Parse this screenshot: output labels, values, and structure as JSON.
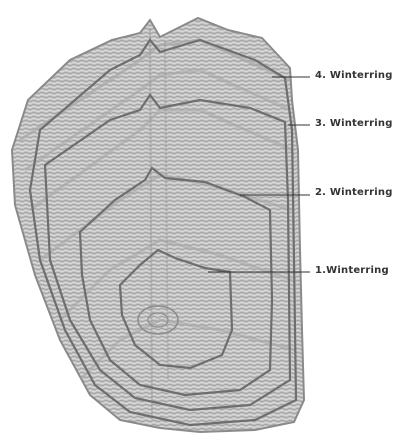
{
  "labels": [
    {
      "text": "4. Winterring"
    },
    {
      "text": "3. Winterring"
    },
    {
      "text": "2. Winterring"
    },
    {
      "text": "1.Winterring"
    }
  ],
  "colors": {
    "scale_base": "#bdbdbd",
    "ring_line": "#7a7a7a",
    "leader_line": "#333333",
    "label_text": "#333333"
  }
}
